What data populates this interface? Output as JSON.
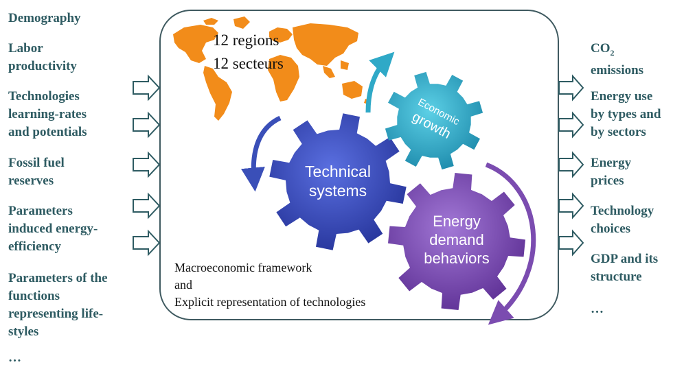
{
  "inputs": {
    "demography": "Demography",
    "labor": [
      "Labor",
      "productivity"
    ],
    "technologies": [
      "Technologies",
      "learning-rates",
      "and potentials"
    ],
    "fossil": [
      "Fossil fuel",
      "reserves"
    ],
    "efficiency": [
      "Parameters",
      "induced energy-",
      "efficiency"
    ],
    "lifestyles": [
      "Parameters of the",
      "functions",
      "representing life-",
      "styles"
    ],
    "ellipsis": "…"
  },
  "outputs": {
    "co2": "CO",
    "co2_sub": "2",
    "emissions": "emissions",
    "energy_use": [
      "Energy use",
      "by types and",
      "by sectors"
    ],
    "prices": [
      "Energy",
      "prices"
    ],
    "technology": [
      "Technology",
      "choices"
    ],
    "gdp": [
      "GDP and its",
      "structure"
    ],
    "ellipsis": "…"
  },
  "map": {
    "regions": "12 regions",
    "sectors": "12 secteurs"
  },
  "gears": {
    "technical": [
      "Technical",
      "systems"
    ],
    "economic": [
      "Economic",
      "growth"
    ],
    "demand": [
      "Energy",
      "demand",
      "behaviors"
    ]
  },
  "framework": {
    "line1": "Macroeconomic  framework",
    "line2": "and",
    "line3": "Explicit representation of technologies"
  },
  "colors": {
    "label_text": "#2e5b62",
    "frame": "#3f5a60",
    "map": "#f28c1a",
    "gear_blue": "#3a4fb8",
    "gear_teal": "#2fa9c7",
    "gear_purple": "#7b4cb0"
  }
}
